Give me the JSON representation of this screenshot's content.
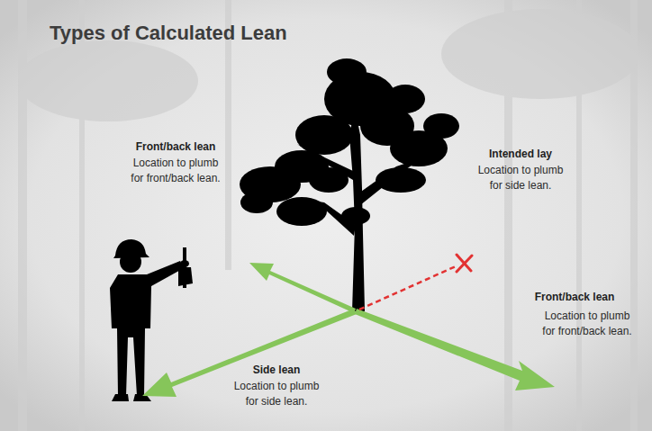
{
  "diagram": {
    "title": "Types of Calculated Lean",
    "labels": [
      "Front/back lean",
      "Location to plumb for front/back lean.",
      "Intended lay",
      "Location to plumb for side lean.",
      "Front/back lean",
      "Location to plumb for front/back lean.",
      "Side lean",
      "Location to plumb for side lean."
    ]
  }
}
